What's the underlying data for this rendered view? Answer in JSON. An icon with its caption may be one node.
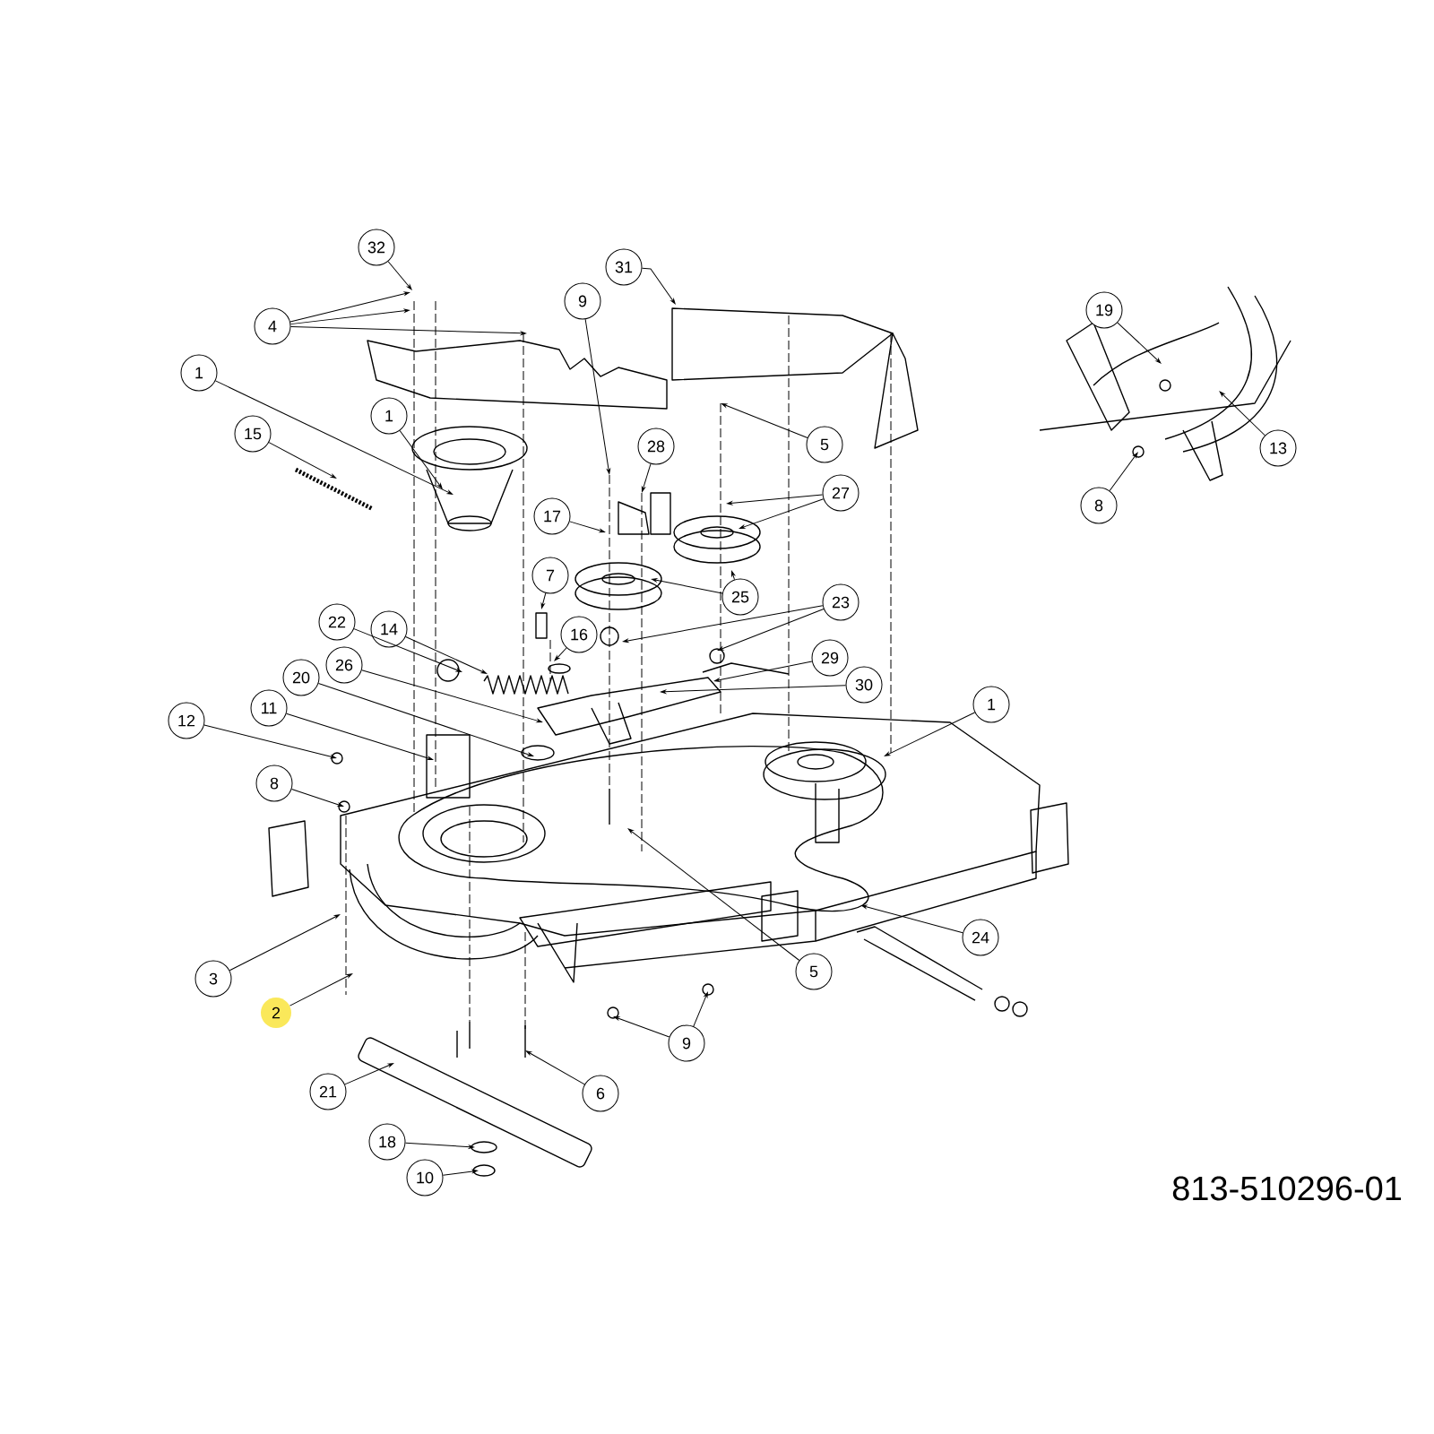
{
  "diagram": {
    "nodes": [
      {
        "text": [
          "32"
        ]
      },
      {
        "text": [
          "4"
        ]
      },
      {
        "text": [
          "31"
        ]
      },
      {
        "text": [
          "9"
        ]
      },
      {
        "text": [
          "1"
        ]
      },
      {
        "text": [
          "1"
        ]
      },
      {
        "text": [
          "15"
        ]
      },
      {
        "text": [
          "28"
        ]
      },
      {
        "text": [
          "17"
        ]
      },
      {
        "text": [
          "5"
        ]
      },
      {
        "text": [
          "27"
        ]
      },
      {
        "text": [
          "25"
        ]
      },
      {
        "text": [
          "7"
        ]
      },
      {
        "text": [
          "16"
        ]
      },
      {
        "text": [
          "23"
        ]
      },
      {
        "text": [
          "29"
        ]
      },
      {
        "text": [
          "30"
        ]
      },
      {
        "text": [
          "14"
        ]
      },
      {
        "text": [
          "22"
        ]
      },
      {
        "text": [
          "26"
        ]
      },
      {
        "text": [
          "20"
        ]
      },
      {
        "text": [
          "11"
        ]
      },
      {
        "text": [
          "12"
        ]
      },
      {
        "text": [
          "8"
        ]
      },
      {
        "text": [
          "3"
        ]
      },
      {
        "text": [
          "2"
        ]
      },
      {
        "text": [
          "21"
        ]
      },
      {
        "text": [
          "18"
        ]
      },
      {
        "text": [
          "10"
        ]
      },
      {
        "text": [
          "6"
        ]
      },
      {
        "text": [
          "9"
        ]
      },
      {
        "text": [
          "5"
        ]
      },
      {
        "text": [
          "24"
        ]
      },
      {
        "text": [
          "1"
        ]
      },
      {
        "text": [
          "19"
        ]
      },
      {
        "text": [
          "13"
        ]
      },
      {
        "text": [
          "8"
        ]
      }
    ],
    "edges": [
      {
        "from": 0,
        "to": null,
        "arrow": "to"
      },
      {
        "from": 1,
        "to": null,
        "arrow": "to"
      },
      {
        "from": 1,
        "to": null,
        "arrow": "to"
      },
      {
        "from": 1,
        "to": null,
        "arrow": "to"
      },
      {
        "from": 2,
        "to": null,
        "arrow": "to"
      },
      {
        "from": 3,
        "to": null,
        "arrow": "to"
      },
      {
        "from": 4,
        "to": null,
        "arrow": "to"
      },
      {
        "from": 5,
        "to": null,
        "arrow": "to"
      },
      {
        "from": 6,
        "to": null,
        "arrow": "to"
      },
      {
        "from": 7,
        "to": null,
        "arrow": "to"
      },
      {
        "from": 8,
        "to": null,
        "arrow": "to"
      },
      {
        "from": 9,
        "to": null,
        "arrow": "to"
      },
      {
        "from": 10,
        "to": null,
        "arrow": "to"
      },
      {
        "from": 10,
        "to": null,
        "arrow": "to"
      },
      {
        "from": 11,
        "to": null,
        "arrow": "to"
      },
      {
        "from": 11,
        "to": null,
        "arrow": "to"
      },
      {
        "from": 12,
        "to": null,
        "arrow": "to"
      },
      {
        "from": 13,
        "to": null,
        "arrow": "to"
      },
      {
        "from": 14,
        "to": null,
        "arrow": "to"
      },
      {
        "from": 14,
        "to": null,
        "arrow": "to"
      },
      {
        "from": 15,
        "to": null,
        "arrow": "to"
      },
      {
        "from": 16,
        "to": null,
        "arrow": "to"
      },
      {
        "from": 17,
        "to": null,
        "arrow": "to"
      },
      {
        "from": 18,
        "to": null,
        "arrow": "to"
      },
      {
        "from": 19,
        "to": null,
        "arrow": "to"
      },
      {
        "from": 20,
        "to": null,
        "arrow": "to"
      },
      {
        "from": 21,
        "to": null,
        "arrow": "to"
      },
      {
        "from": 22,
        "to": null,
        "arrow": "to"
      },
      {
        "from": 23,
        "to": null,
        "arrow": "to"
      },
      {
        "from": 24,
        "to": null,
        "arrow": "to"
      },
      {
        "from": 25,
        "to": null,
        "arrow": "to"
      },
      {
        "from": 26,
        "to": null,
        "arrow": "to"
      },
      {
        "from": 27,
        "to": null,
        "arrow": "to"
      },
      {
        "from": 28,
        "to": null,
        "arrow": "to"
      },
      {
        "from": 29,
        "to": null,
        "arrow": "to"
      },
      {
        "from": 30,
        "to": null,
        "arrow": "to"
      },
      {
        "from": 30,
        "to": null,
        "arrow": "to"
      },
      {
        "from": 31,
        "to": null,
        "arrow": "to"
      },
      {
        "from": 32,
        "to": null,
        "arrow": "to"
      },
      {
        "from": 33,
        "to": null,
        "arrow": "to"
      },
      {
        "from": 34,
        "to": null,
        "arrow": "to"
      },
      {
        "from": 35,
        "to": null,
        "arrow": "to"
      },
      {
        "from": 36,
        "to": null,
        "arrow": "to"
      }
    ],
    "labels": [
      "813-510296-01"
    ]
  }
}
